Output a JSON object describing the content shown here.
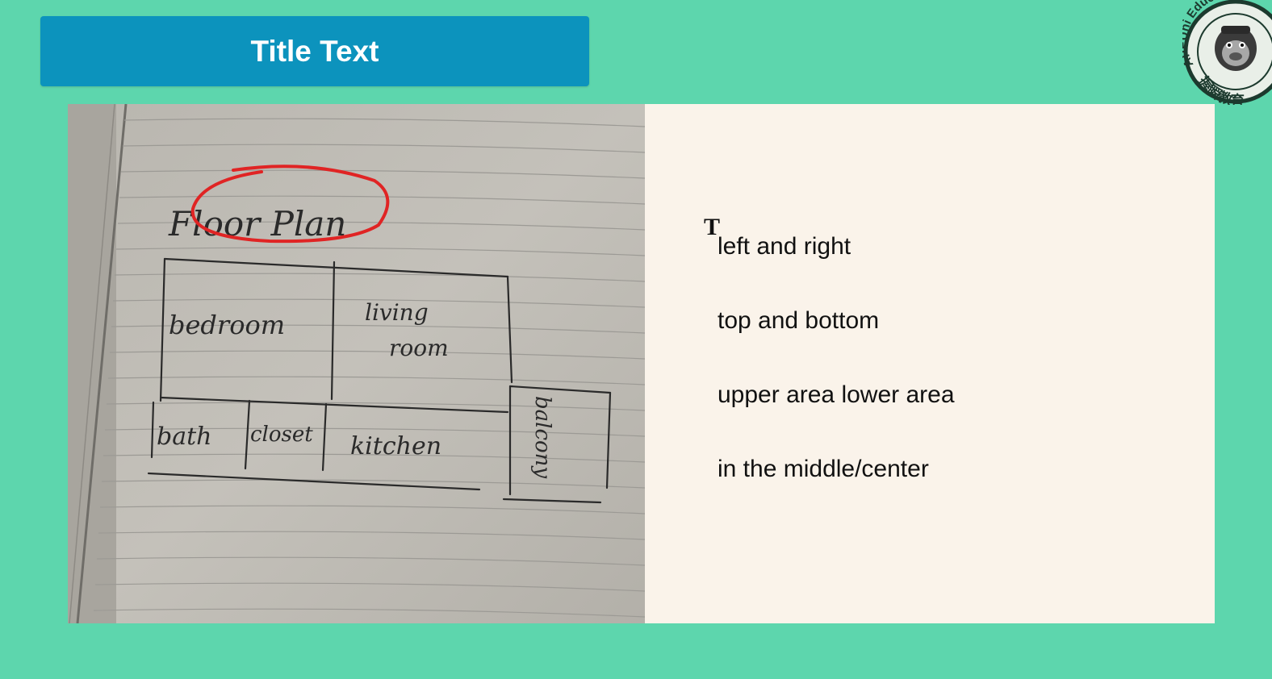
{
  "title_banner": {
    "text": "Title Text",
    "color": "#0c93bd"
  },
  "logo": {
    "text": "APEUni Educ",
    "subtext": "握瞬教育",
    "icon": "gorilla-logo-icon"
  },
  "photo": {
    "heading": "Floor Plan",
    "rooms": [
      "bedroom",
      "living",
      "room",
      "bath",
      "closet",
      "kitchen",
      "balcony"
    ]
  },
  "lines": [
    "left and right",
    "top and bottom",
    "upper area lower area",
    "in the middle/center"
  ],
  "cursor": {
    "glyph": "T",
    "icon": "text-cursor-icon"
  },
  "colors": {
    "background": "#5dd6ad",
    "slide": "#faf3ea",
    "highlight": "#e02424"
  }
}
